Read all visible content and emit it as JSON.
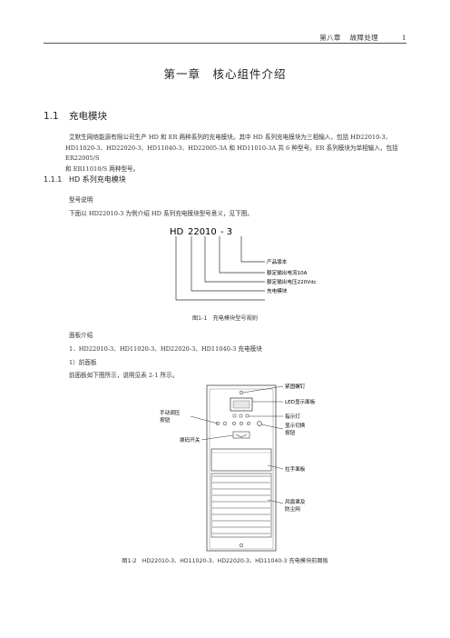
{
  "header": {
    "chapter": "第八章",
    "section": "故障处理",
    "page": "1"
  },
  "chapter_title": "第一章　核心组件介绍",
  "section_1_1": {
    "number": "1.1",
    "title": "充电模块"
  },
  "intro": {
    "line1": "艾默生网络能源有限公司生产 HD 和 ER 两种系列的充电模块。其中 HD 系列充电模块为三相输入，包括 HD22010-3、",
    "line2": "HD11020-3、HD22020-3、HD11040-3、HD22005-3A 和 HD11010-3A 共 6 种型号。ER 系列模块为单相输入，包括 ER22005/S",
    "line3": "和 ER11010/S 两种型号。"
  },
  "section_1_1_1": {
    "number": "1.1.1",
    "title": "HD 系列充电模块"
  },
  "model_desc": {
    "heading": "型号说明",
    "text": "下面以 HD22010-3 为例介绍 HD 系列充电模块型号意义，见下图。"
  },
  "figure1": {
    "code_parts": [
      "HD",
      "220",
      "10",
      "- 3"
    ],
    "labels": [
      "产品版本",
      "额定输出电流10A",
      "额定输出电压220Vdc",
      "充电模块"
    ],
    "caption": "图1-1　充电模块型号规则"
  },
  "panel": {
    "heading": "面板介绍",
    "item1": "1．HD22010-3、HD11020-3、HD22020-3、HD11040-3 充电模块",
    "item1_sub": "1）前面板",
    "item1_text": "前面板如下图所示，说明见表 2-1 所示。"
  },
  "figure2": {
    "labels_right": [
      "紧固螺钉",
      "LED显示面板",
      "指示灯",
      "显示切换按钮",
      "拉手面板",
      "风扇罩及防尘网"
    ],
    "labels_left": [
      "手动调压按钮",
      "拨码开关"
    ],
    "caption": "图1-2　HD22010-3、HD11020-3、HD22020-3、HD11040-3 充电模块前面板"
  }
}
